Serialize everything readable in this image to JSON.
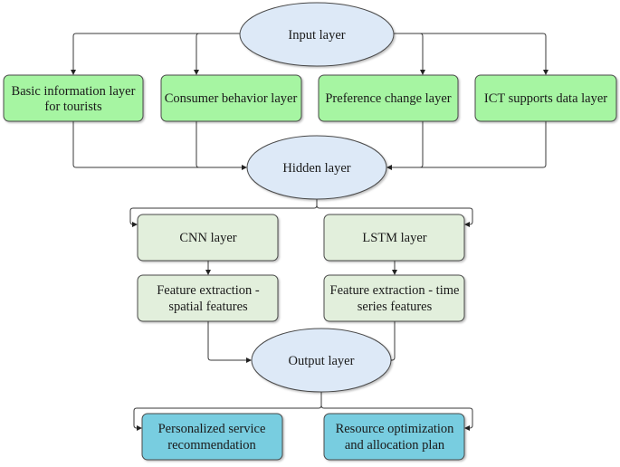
{
  "diagram": {
    "type": "flowchart",
    "colors": {
      "ellipse_fill": "#dde9f7",
      "input_box_fill": "#a6f5a2",
      "hidden_box_fill": "#e2efdc",
      "output_box_fill": "#78cde0",
      "stroke": "#4a4a4a"
    },
    "nodes": {
      "input": {
        "label": "Input layer"
      },
      "basic_info": {
        "lines": [
          "Basic information layer",
          "for tourists"
        ]
      },
      "consumer": {
        "lines": [
          "Consumer behavior layer"
        ]
      },
      "preference": {
        "lines": [
          "Preference change layer"
        ]
      },
      "ict": {
        "lines": [
          "ICT supports data layer"
        ]
      },
      "hidden": {
        "label": "Hidden layer"
      },
      "cnn": {
        "lines": [
          "CNN layer"
        ]
      },
      "lstm": {
        "lines": [
          "LSTM layer"
        ]
      },
      "spatial": {
        "lines": [
          "Feature extraction -",
          "spatial features"
        ]
      },
      "timeseries": {
        "lines": [
          "Feature extraction - time",
          "series features"
        ]
      },
      "output": {
        "label": "Output layer"
      },
      "personalized": {
        "lines": [
          "Personalized service",
          "recommendation"
        ]
      },
      "resource": {
        "lines": [
          "Resource optimization",
          "and allocation plan"
        ]
      }
    },
    "edges": [
      [
        "input",
        "basic_info"
      ],
      [
        "input",
        "consumer"
      ],
      [
        "input",
        "preference"
      ],
      [
        "input",
        "ict"
      ],
      [
        "basic_info",
        "hidden"
      ],
      [
        "consumer",
        "hidden"
      ],
      [
        "preference",
        "hidden"
      ],
      [
        "ict",
        "hidden"
      ],
      [
        "hidden",
        "cnn"
      ],
      [
        "hidden",
        "lstm"
      ],
      [
        "cnn",
        "spatial"
      ],
      [
        "lstm",
        "timeseries"
      ],
      [
        "spatial",
        "output"
      ],
      [
        "timeseries",
        "output"
      ],
      [
        "output",
        "personalized"
      ],
      [
        "output",
        "resource"
      ]
    ]
  }
}
